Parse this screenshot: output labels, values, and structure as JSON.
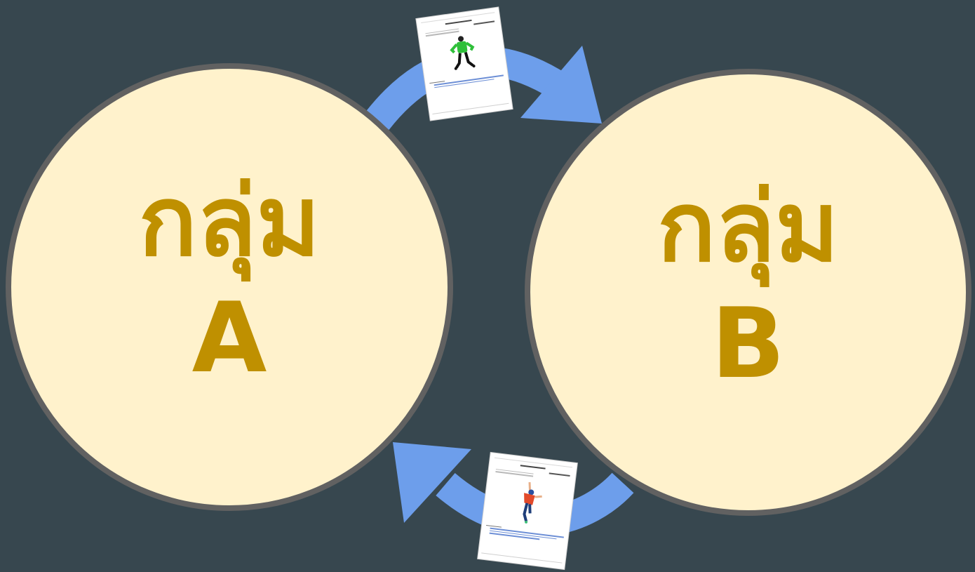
{
  "groups": {
    "a": {
      "word": "กลุ่ม",
      "letter": "A"
    },
    "b": {
      "word": "กลุ่ม",
      "letter": "B"
    }
  },
  "colors": {
    "background": "#37474f",
    "circle_fill": "#fff2cc",
    "circle_border": "#616161",
    "label": "#bf9000",
    "arrow": "#6d9eeb"
  },
  "icons": {
    "worksheet_top": "document-dancer-green-icon",
    "worksheet_bottom": "document-dancer-red-icon",
    "arrow_top": "curved-arrow-right-icon",
    "arrow_bottom": "curved-arrow-left-icon"
  }
}
